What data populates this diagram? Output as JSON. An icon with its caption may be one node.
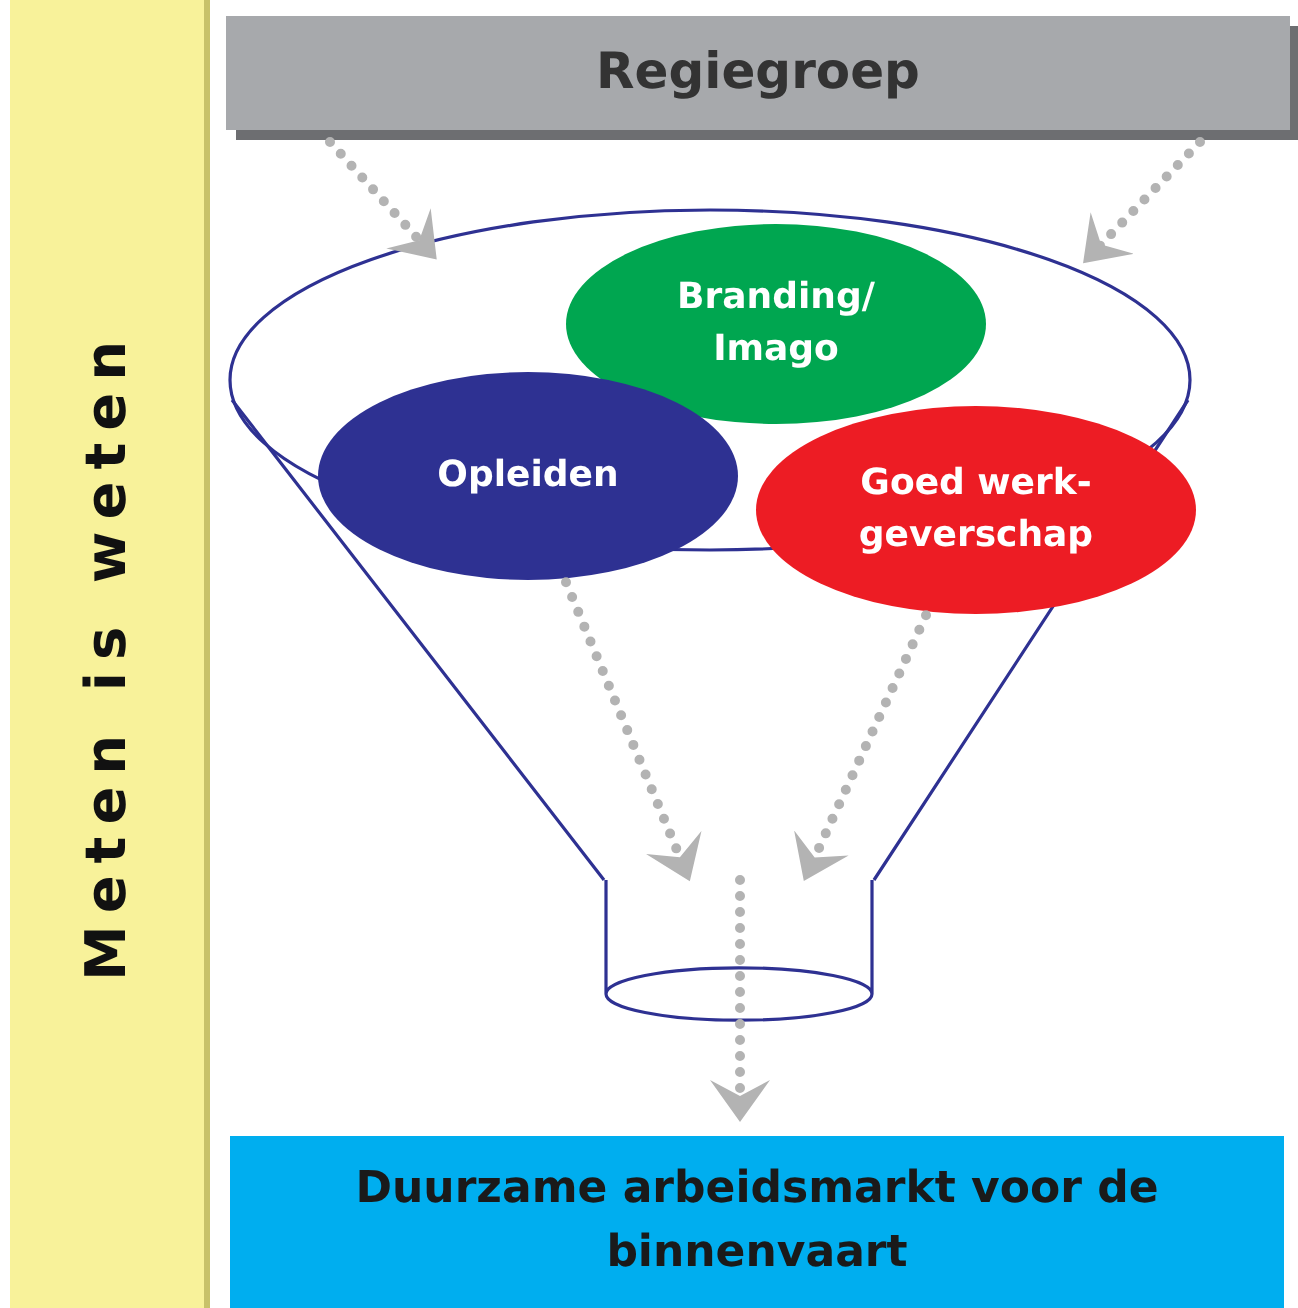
{
  "diagram": {
    "nodes": [
      {
        "text": [
          "Meten is weten"
        ]
      },
      {
        "text": [
          "Regiegroep"
        ]
      },
      {
        "text": [],
        "shape": "funnel"
      },
      {
        "text": [
          "Branding/ Imago"
        ],
        "in": 2
      },
      {
        "text": [
          "Opleiden"
        ],
        "in": 2
      },
      {
        "text": [
          "Goed werk- geverschap"
        ]
      },
      {
        "text": [],
        "shape": "cylinder"
      },
      {
        "text": [
          "Duurzame arbeidsmarkt voor de binnenvaart"
        ]
      }
    ],
    "edges": [
      {
        "from": 1,
        "to": 2,
        "arrow": "to"
      },
      {
        "from": 1,
        "to": 2,
        "arrow": "to"
      },
      {
        "from": 4,
        "to": 6,
        "arrow": "to"
      },
      {
        "from": 5,
        "to": 6,
        "arrow": "to"
      },
      {
        "from": 6,
        "to": 7,
        "arrow": "to"
      }
    ]
  }
}
